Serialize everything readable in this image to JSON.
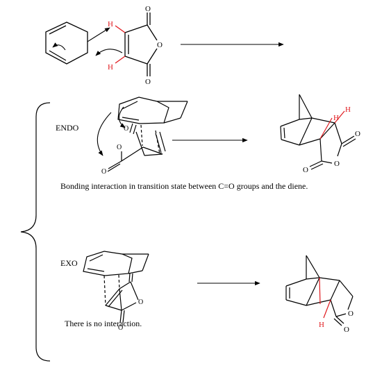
{
  "labels": {
    "endo": "ENDO",
    "exo": "EXO",
    "endo_note": "Bonding interaction in transition state between C=O groups and the diene.",
    "exo_note": "There is no  interaction."
  },
  "atoms": {
    "oxygen": "O",
    "hydrogen": "H"
  },
  "colors": {
    "bond": "#000000",
    "highlight": "#e0191e"
  }
}
